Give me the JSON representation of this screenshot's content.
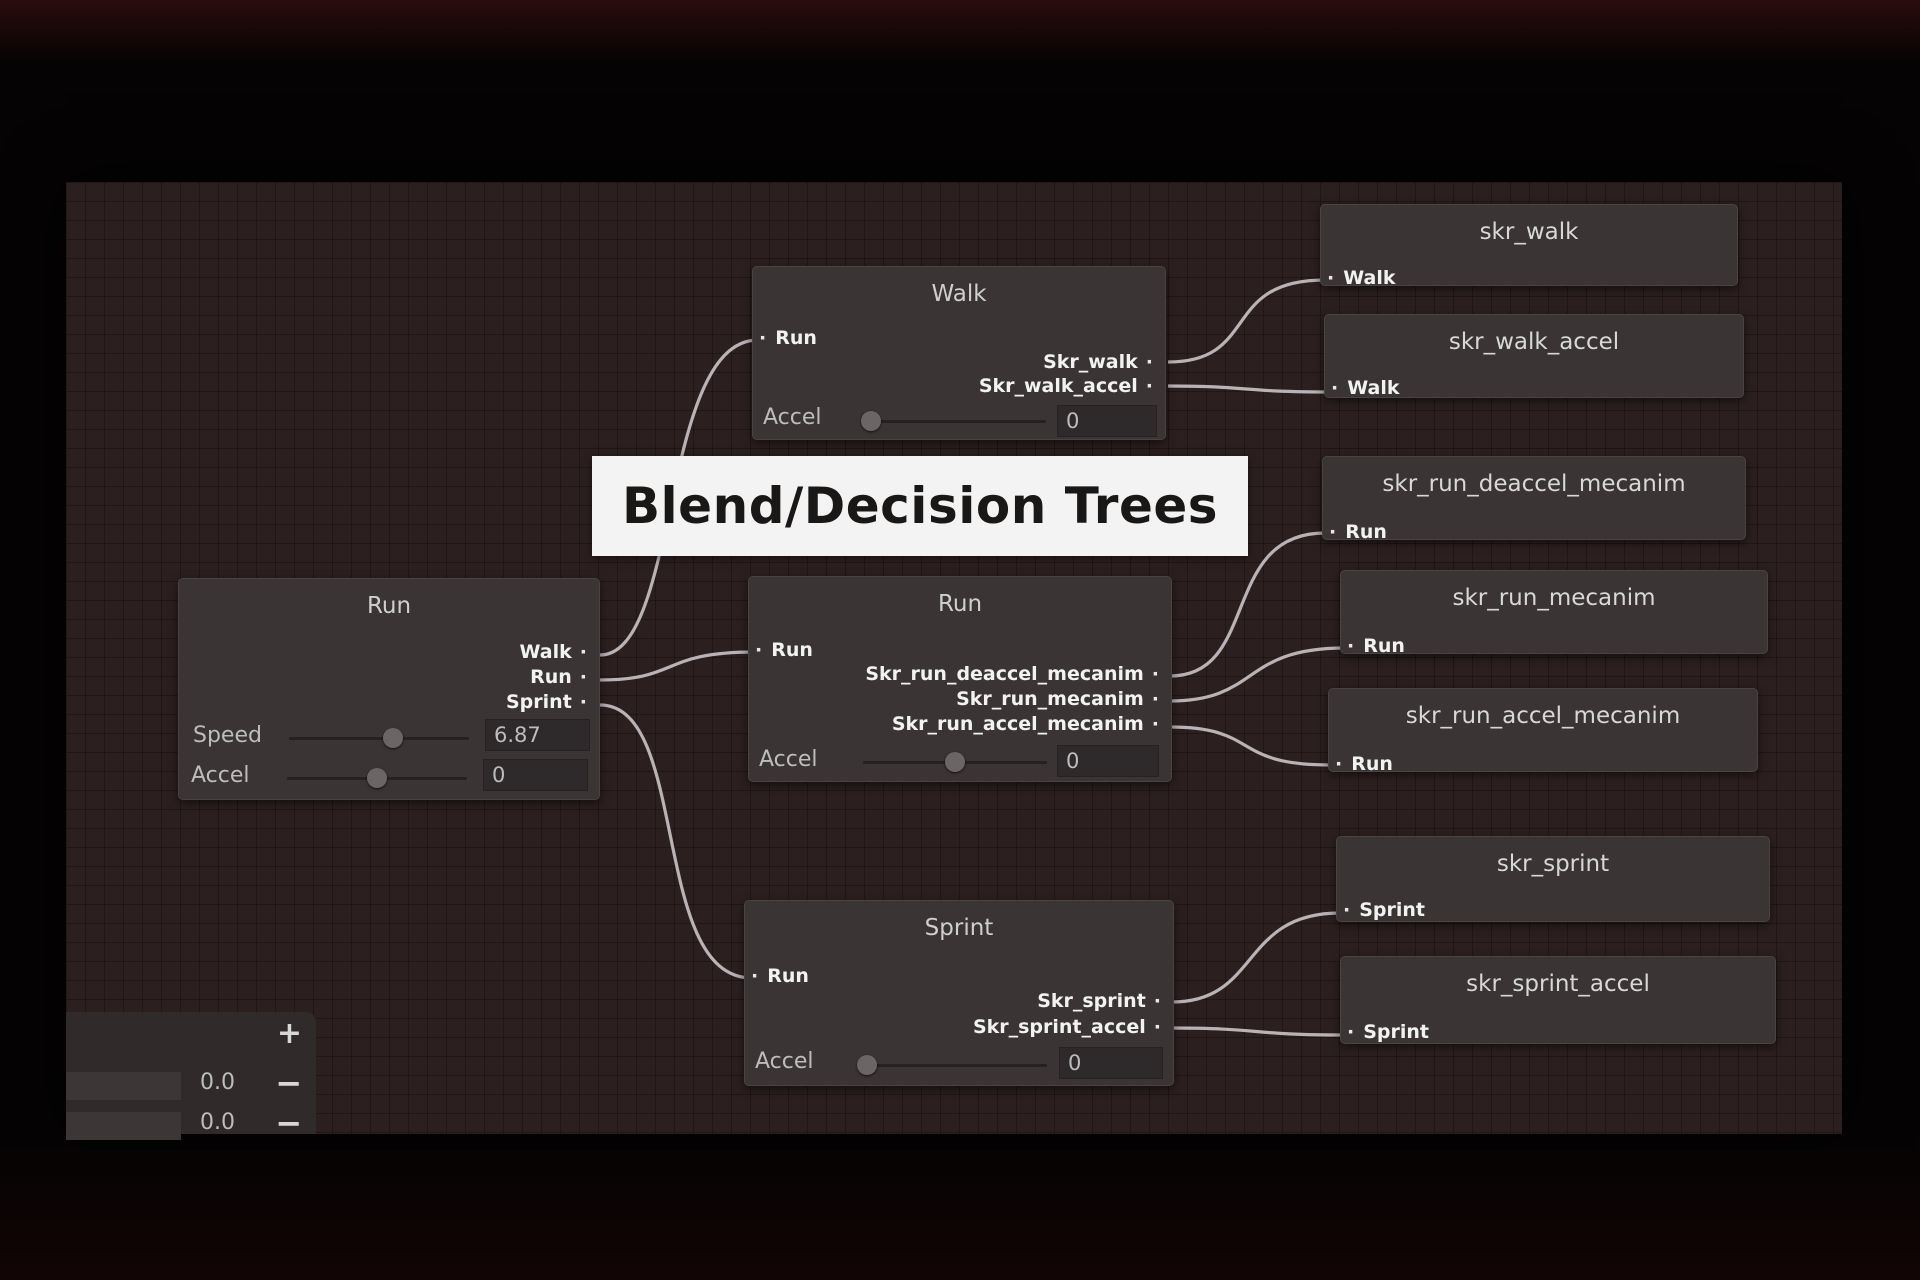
{
  "title": "Blend/Decision Trees",
  "colors": {
    "node": "#3a3435",
    "grid_bg": "#2c1f1f",
    "wire": "#b9b3b8",
    "title_bg": "#f3f3f3"
  },
  "nodes": {
    "root_run": {
      "title": "Run",
      "outputs": [
        "Walk",
        "Run",
        "Sprint"
      ],
      "params": [
        {
          "label": "Speed",
          "value": "6.87",
          "fraction": 0.58
        },
        {
          "label": "Accel",
          "value": "0",
          "fraction": 0.5
        }
      ]
    },
    "walk": {
      "title": "Walk",
      "input": "Run",
      "outputs": [
        "Skr_walk",
        "Skr_walk_accel"
      ],
      "param": {
        "label": "Accel",
        "value": "0",
        "fraction": 0.0
      }
    },
    "run": {
      "title": "Run",
      "input": "Run",
      "outputs": [
        "Skr_run_deaccel_mecanim",
        "Skr_run_mecanim",
        "Skr_run_accel_mecanim"
      ],
      "param": {
        "label": "Accel",
        "value": "0",
        "fraction": 0.5
      }
    },
    "sprint": {
      "title": "Sprint",
      "input": "Run",
      "outputs": [
        "Skr_sprint",
        "Skr_sprint_accel"
      ],
      "param": {
        "label": "Accel",
        "value": "0",
        "fraction": 0.0
      }
    }
  },
  "clips": [
    {
      "title": "skr_walk",
      "input": "Walk"
    },
    {
      "title": "skr_walk_accel",
      "input": "Walk"
    },
    {
      "title": "skr_run_deaccel_mecanim",
      "input": "Run"
    },
    {
      "title": "skr_run_mecanim",
      "input": "Run"
    },
    {
      "title": "skr_run_accel_mecanim",
      "input": "Run"
    },
    {
      "title": "skr_sprint",
      "input": "Sprint"
    },
    {
      "title": "skr_sprint_accel",
      "input": "Sprint"
    }
  ],
  "param_panel": {
    "add_label": "+",
    "rows": [
      {
        "value": "0.0",
        "remove_label": "−"
      },
      {
        "value": "0.0",
        "remove_label": "−"
      }
    ]
  }
}
